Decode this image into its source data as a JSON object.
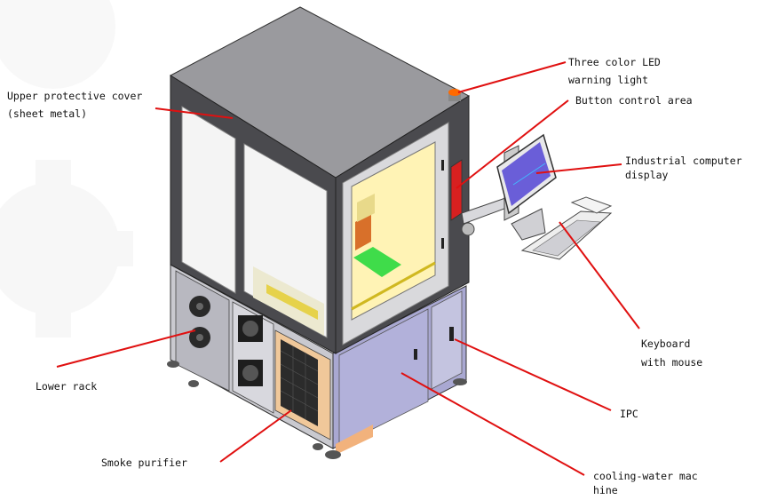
{
  "labels": {
    "cover_1": "Upper protective cover",
    "cover_2": "(sheet metal)",
    "led_1": "Three color LED",
    "led_2": "warning light",
    "button": "Button control area",
    "display_1": "Industrial computer",
    "display_2": "display",
    "keyboard_1": "Keyboard",
    "keyboard_2": "with mouse",
    "rack": "Lower rack",
    "ipc": "IPC",
    "smoke": "Smoke purifier",
    "cooling_1": "cooling-water mac",
    "cooling_2": "hine"
  },
  "colors": {
    "leader": "#e01010",
    "frame_dark": "#4a4a4e",
    "frame_light": "#c8c8cc",
    "top": "#9a9a9e",
    "window": "#fff3b5",
    "cabinet": "#a9a8d2",
    "screen": "#6a5ed8",
    "green_zone": "#3fdc4a",
    "warning_light": "#ff6a00",
    "orange_base": "#f2b27c"
  }
}
